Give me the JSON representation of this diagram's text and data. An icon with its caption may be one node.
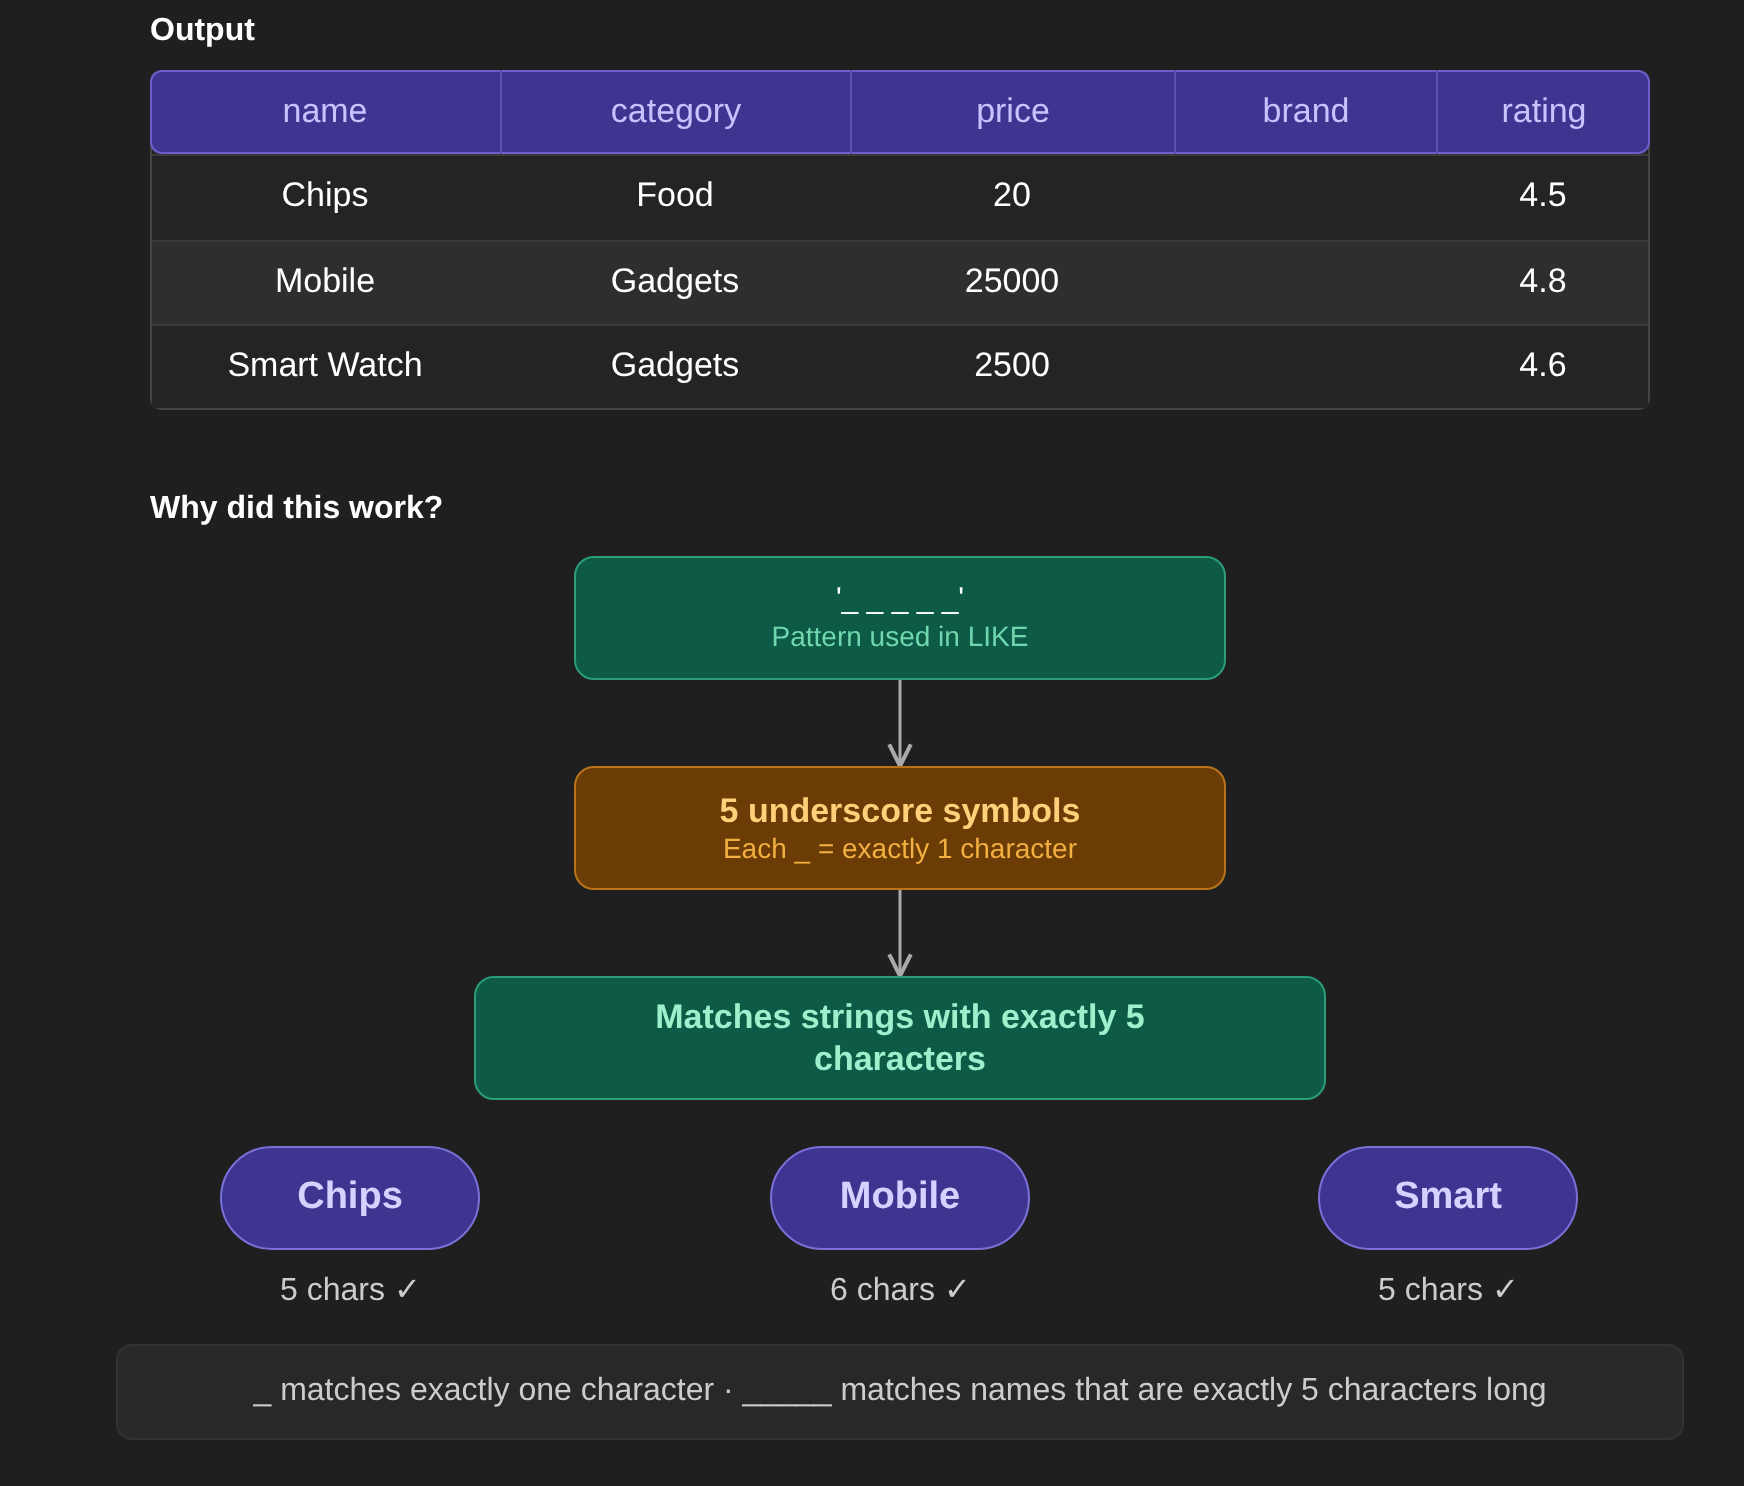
{
  "diagram": {
    "nodes": [
      {
        "text": [
          "'_ _ _ _ _'",
          "Pattern used in LIKE"
        ]
      },
      {
        "text": [
          "5 underscore symbols",
          "Each _ = exactly 1 character"
        ]
      },
      {
        "text": [
          "Matches strings with exactly 5 characters"
        ]
      },
      {
        "text": [
          "Chips"
        ],
        "beside": [
          "5 chars ✓"
        ]
      },
      {
        "text": [
          "Mobile"
        ],
        "beside": [
          "6 chars ✓"
        ]
      },
      {
        "text": [
          "Smart"
        ],
        "beside": [
          "5 chars ✓"
        ]
      }
    ],
    "edges": [
      {
        "from": 0,
        "to": 1,
        "arrow": "to"
      },
      {
        "from": 1,
        "to": 2,
        "arrow": "to"
      }
    ],
    "labels": [
      "Output",
      "name",
      "category",
      "price",
      "brand",
      "rating",
      "Chips",
      "Food",
      "20",
      "4.5",
      "Mobile",
      "Gadgets",
      "25000",
      "4.8",
      "Smart Watch",
      "Gadgets",
      "2500",
      "4.6",
      "Why did this work?",
      "_ matches exactly one character · _____ matches names that are exactly 5 characters long"
    ]
  }
}
